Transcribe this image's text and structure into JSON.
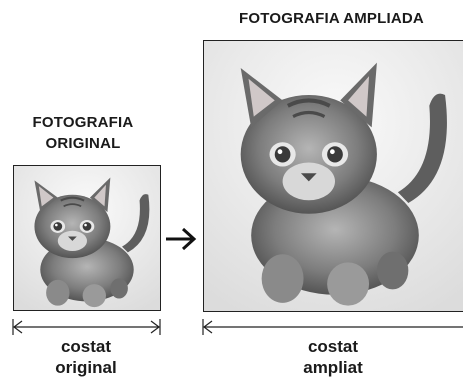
{
  "original": {
    "title_line1": "FOTOGRAFIA",
    "title_line2": "ORIGINAL",
    "caption_line1": "costat",
    "caption_line2": "original"
  },
  "enlarged": {
    "title": "FOTOGRAFIA AMPLIADA",
    "caption_line1": "costat",
    "caption_line2": "ampliat"
  },
  "photo_subject_icon": "kitten-photo",
  "arrow_icon": "arrow-right-icon",
  "colors": {
    "text": "#1a1a1a",
    "frame": "#222222",
    "photo_background": "#f2f2f2"
  }
}
